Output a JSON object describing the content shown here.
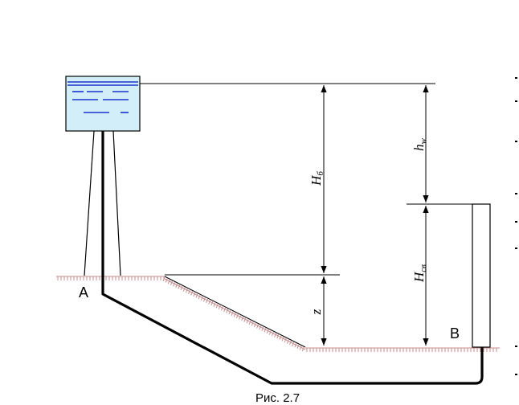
{
  "labels": {
    "point_a": "A",
    "point_b": "B",
    "height_tower": {
      "main": "H",
      "sub": "б"
    },
    "head_loss": {
      "main": "h",
      "sub": "w"
    },
    "free_head": {
      "main": "H",
      "sub": "св"
    },
    "elevation_z": "z"
  },
  "caption": "Рис. 2.7",
  "colors": {
    "tank_fill": "#d2eef9",
    "water_lines": "#1a33cc",
    "ground_hatch": "#c98e8e",
    "lines": "#000000"
  }
}
